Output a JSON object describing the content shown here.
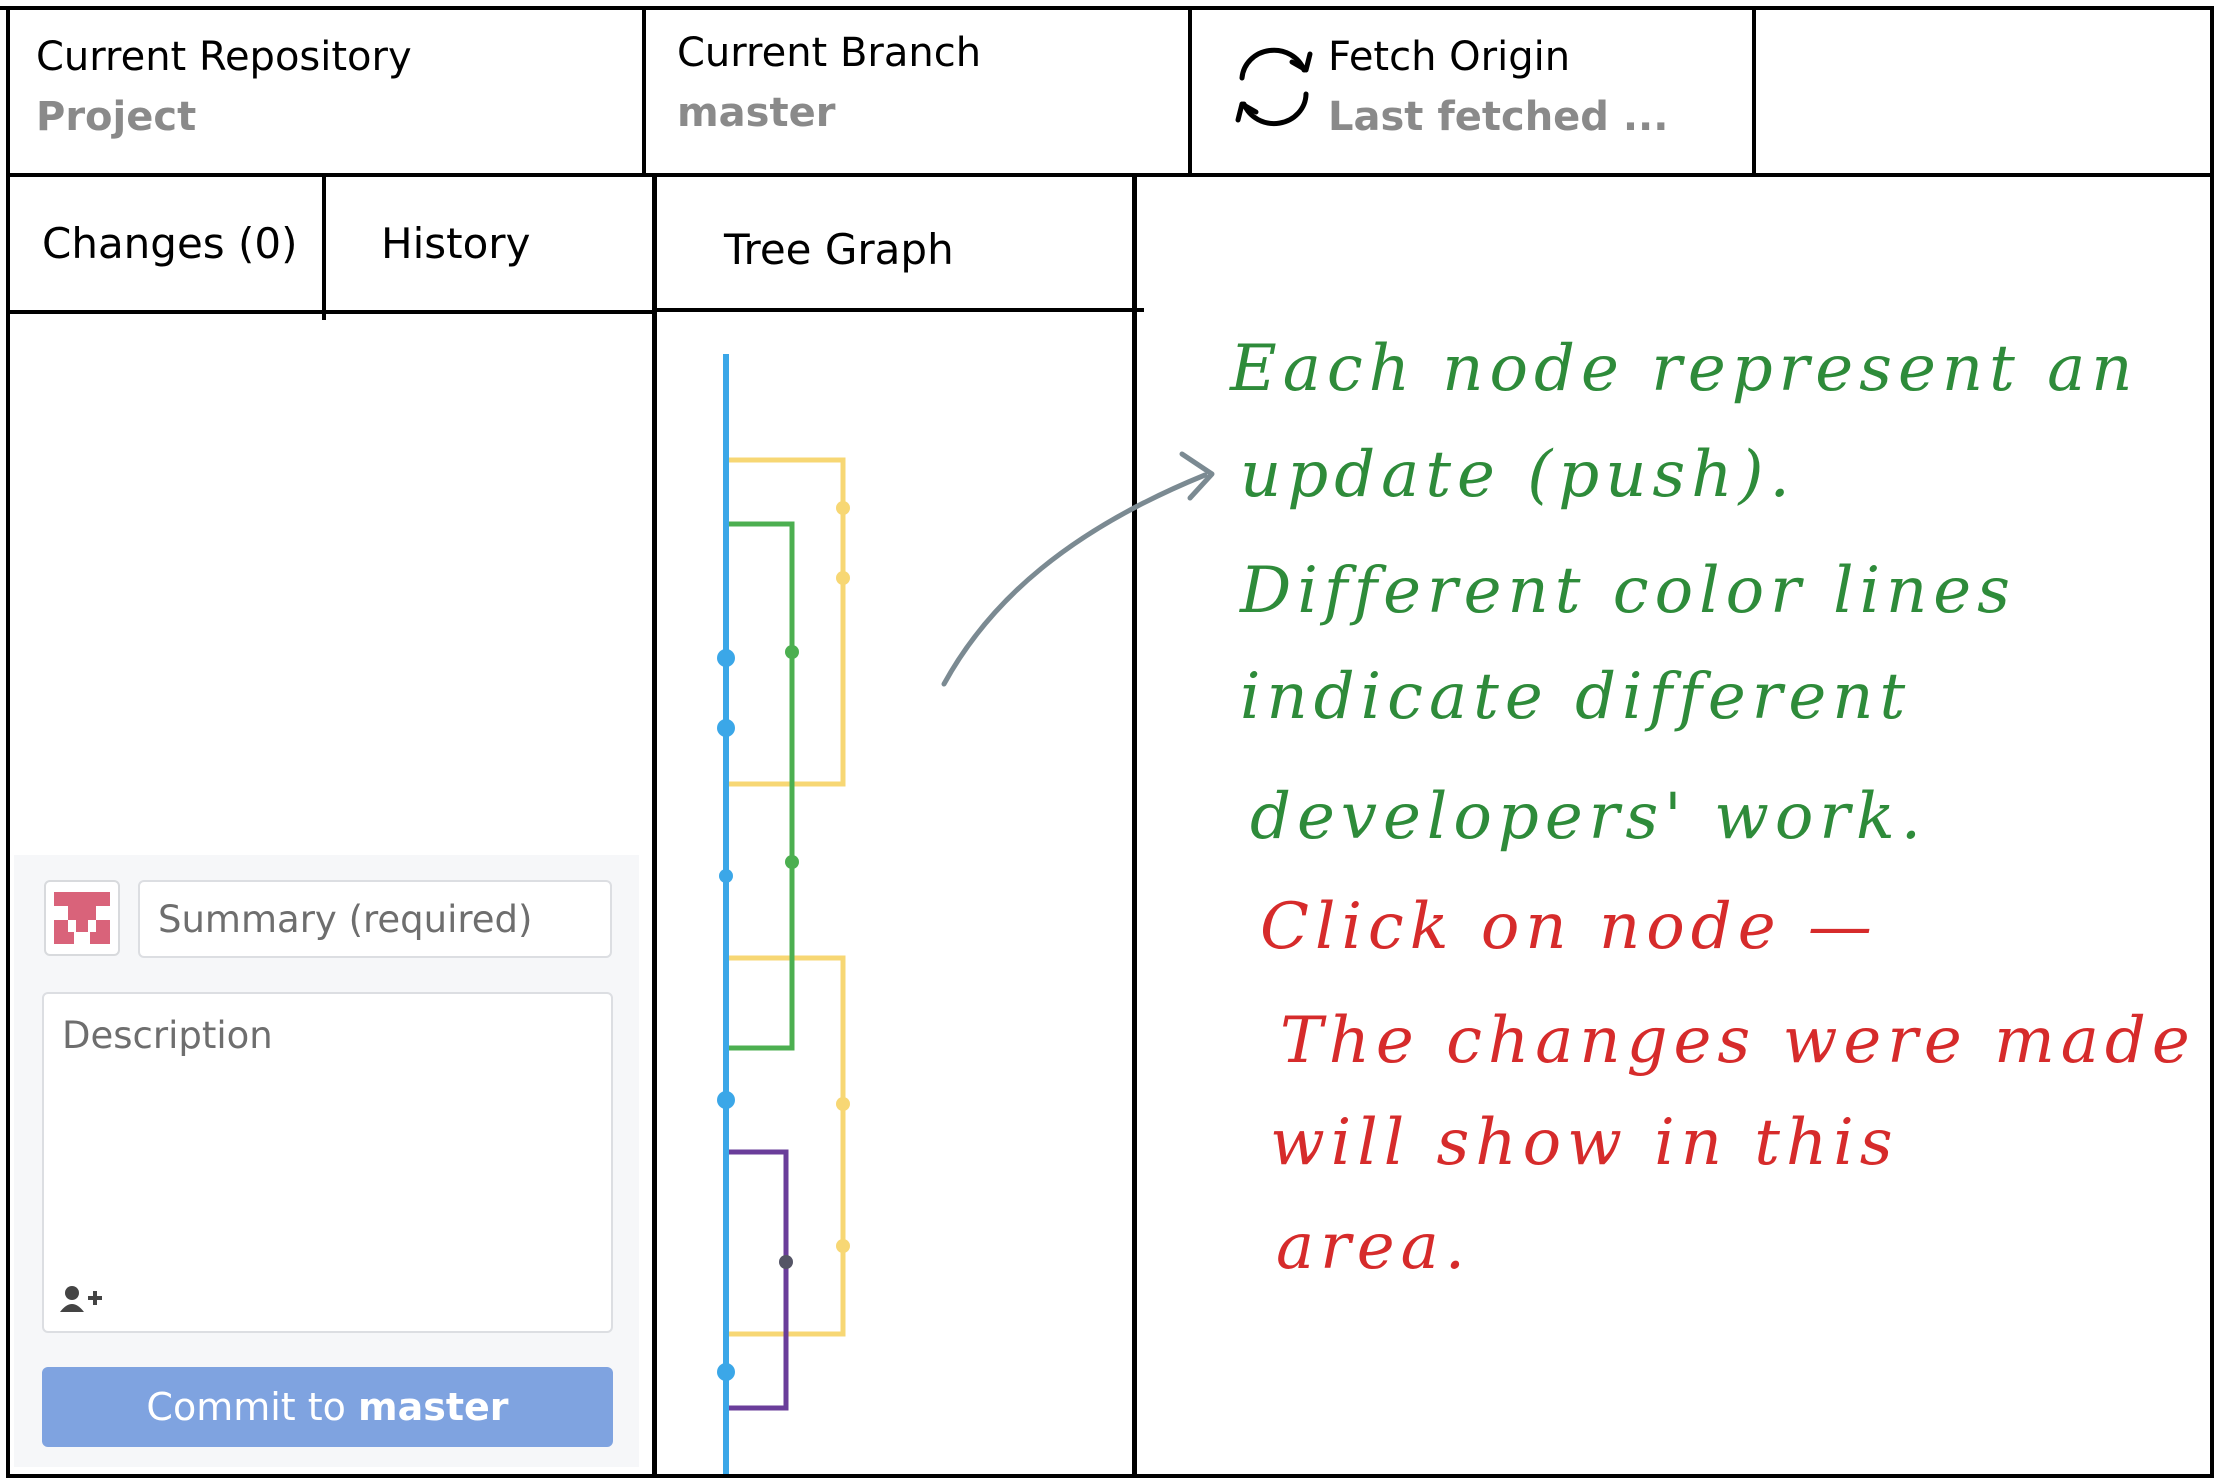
{
  "toolbar": {
    "repository": {
      "title": "Current Repository",
      "value": "Project"
    },
    "branch": {
      "title": "Current Branch",
      "value": "master"
    },
    "fetch": {
      "title": "Fetch Origin",
      "value": "Last fetched ..."
    }
  },
  "tabs": {
    "changes": "Changes (0)",
    "history": "History",
    "tree_graph": "Tree Graph"
  },
  "commit": {
    "summary_placeholder": "Summary (required)",
    "description_placeholder": "Description",
    "button_prefix": "Commit to ",
    "button_branch": "master"
  },
  "annotations": {
    "green": [
      "Each node represent an",
      "update (push).",
      "Different color lines",
      "indicate different",
      "developers' work."
    ],
    "red": [
      "Click on node —",
      "The changes were made",
      "will show in this",
      "area."
    ]
  },
  "colors": {
    "annotation_green": "#2e8b3a",
    "annotation_red": "#d62b2b",
    "branch_blue": "#3ba7e8",
    "branch_yellow": "#f7d774",
    "branch_green": "#4caf50",
    "branch_purple": "#6a3d9a",
    "commit_button": "#7fa3e0",
    "avatar_pink": "#d9637a"
  }
}
